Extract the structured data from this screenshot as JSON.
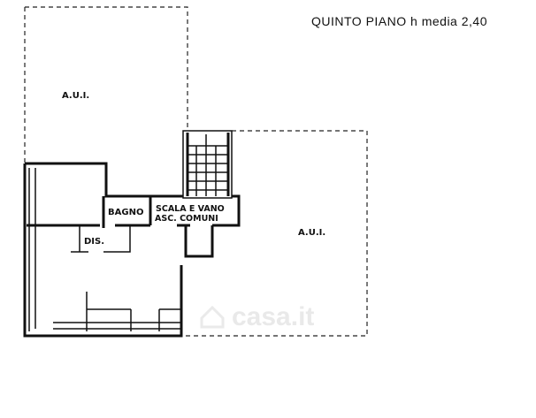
{
  "header": {
    "title": "QUINTO PIANO  h media 2,40"
  },
  "rooms": {
    "aui_top": "A.U.I.",
    "aui_right": "A.U.I.",
    "bagno": "BAGNO",
    "scala_line1": "SCALA E VANO",
    "scala_line2": "ASC. COMUNI",
    "dis": "DIS."
  },
  "watermark": "casa.it"
}
